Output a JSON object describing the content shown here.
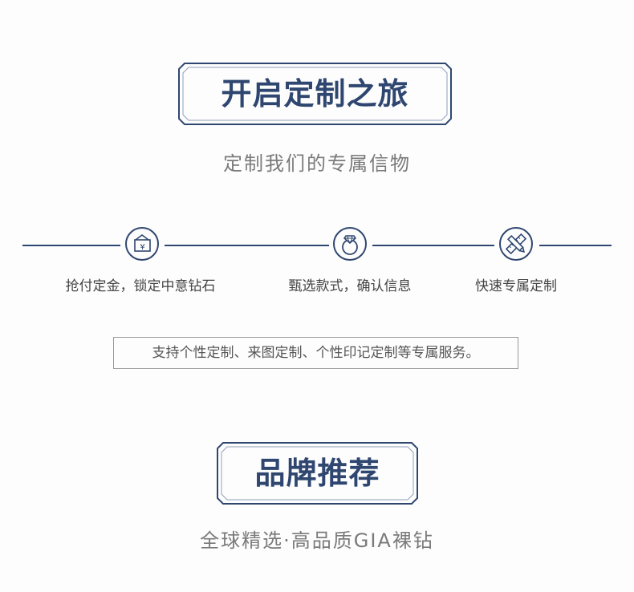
{
  "section1": {
    "title": "开启定制之旅",
    "subtitle": "定制我们的专属信物"
  },
  "steps": [
    {
      "icon": "wallet-yen-icon",
      "label": "抢付定金，锁定中意钻石"
    },
    {
      "icon": "diamond-ring-icon",
      "label": "甄选款式，确认信息"
    },
    {
      "icon": "ruler-pencil-icon",
      "label": "快速专属定制"
    }
  ],
  "note": "支持个性定制、来图定制、个性印记定制等专属服务。",
  "section2": {
    "title": "品牌推荐",
    "subtitle": "全球精选·高品质GIA裸钻"
  },
  "colors": {
    "accent": "#2f4770",
    "muted": "#7a7a7a"
  }
}
